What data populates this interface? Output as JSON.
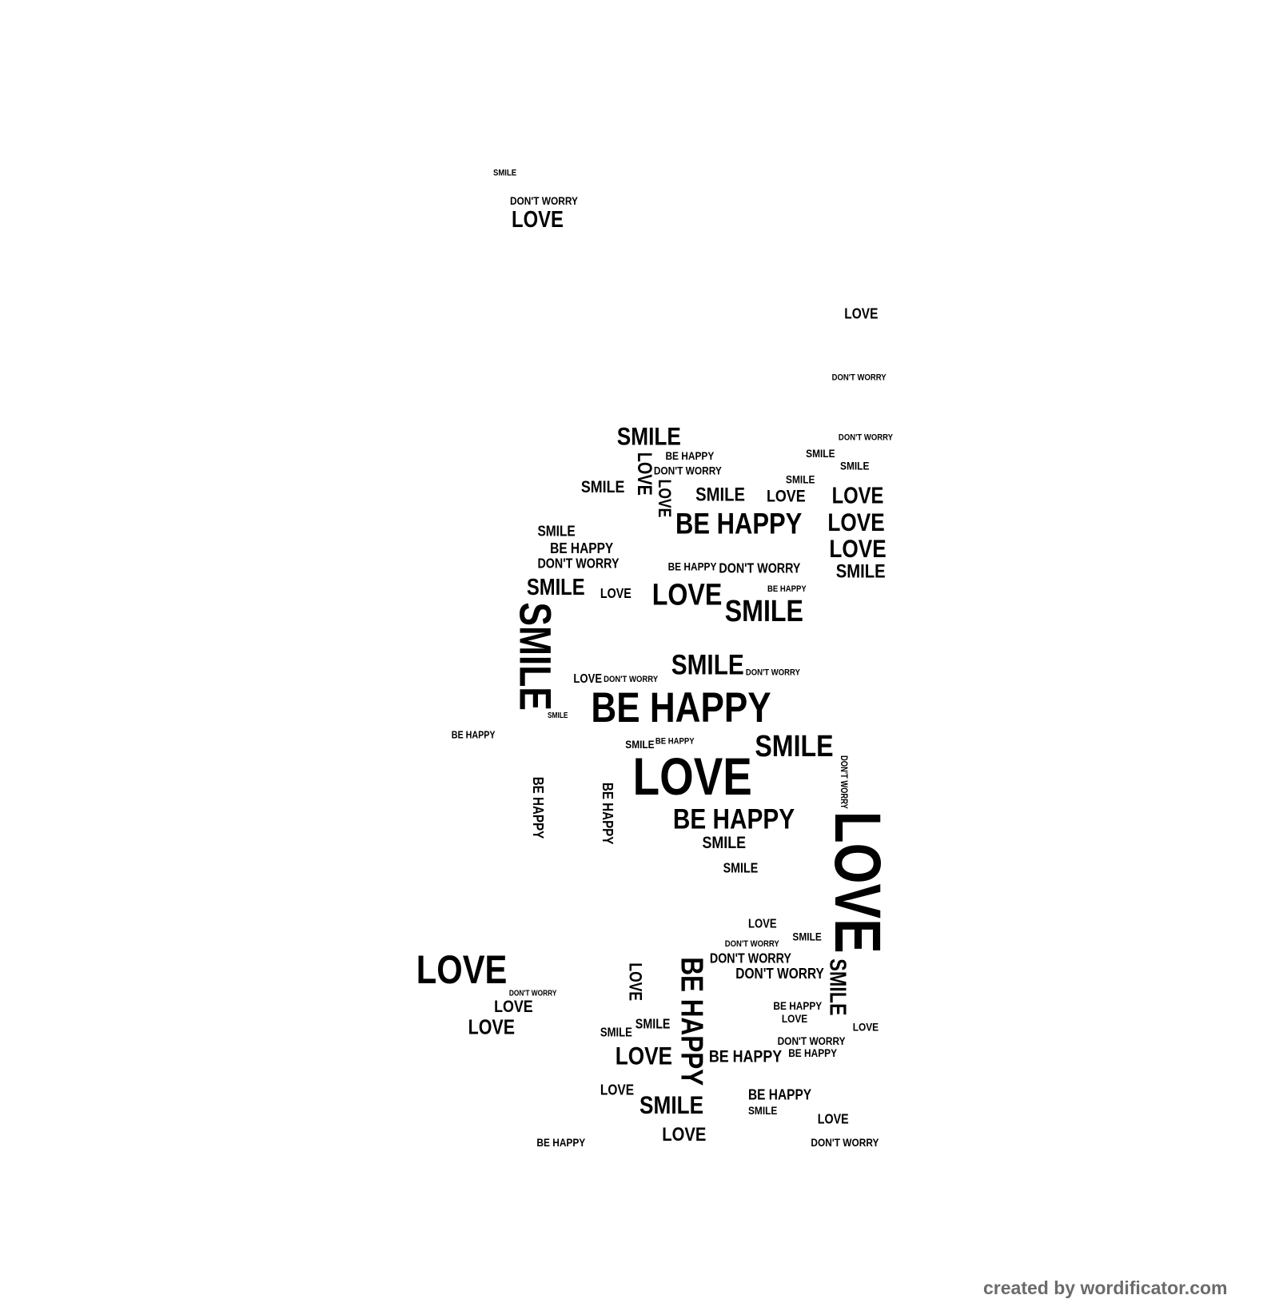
{
  "words": [
    "SMILE",
    "DON'T WORRY",
    "LOVE",
    "LOVE",
    "DON'T WORRY",
    "SMILE",
    "BE HAPPY",
    "DON'T WORRY",
    "SMILE",
    "BE HAPPY",
    "SMILE",
    "LOVE",
    "LOVE",
    "LOVE",
    "SMILE",
    "SMILE",
    "BE HAPPY",
    "DON'T WORRY",
    "SMILE",
    "LOVE",
    "SMILE",
    "DON'T WORRY",
    "BE HAPPY",
    "SMILE",
    "BE HAPPY",
    "SMILE",
    "LOVE",
    "BE HAPPY",
    "SMILE",
    "SMILE",
    "LOVE",
    "LOVE",
    "DON'T WORRY",
    "DON'T WORRY",
    "SMILE",
    "LOVE",
    "LOVE",
    "LOVE",
    "BE HAPPY",
    "BE HAPPY",
    "DON'T WORRY",
    "BE HAPPY",
    "DON'T WORRY",
    "LOVE",
    "SMILE",
    "LOVE",
    "BE HAPPY",
    "SMILE",
    "BE HAPPY",
    "BE HAPPY",
    "LOVE",
    "LOVE",
    "DON'T WORRY",
    "LOVE",
    "SMILE",
    "LOVE",
    "SMILE",
    "BE HAPPY",
    "DON'T WORRY",
    "SMILE",
    "LOVE",
    "SMILE",
    "DON'T WORRY",
    "BE HAPPY",
    "SMILE",
    "LOVE",
    "SMILE",
    "LOVE",
    "DON'T WORRY",
    "BE HAPPY",
    "SMILE",
    "LOVE",
    "DON'T WORRY",
    "BE HAPPY",
    "SMILE",
    "LOVE",
    "DON'T WORRY",
    "SMILE",
    "LOVE",
    "BE HAPPY"
  ],
  "footer": "created by wordificator.com"
}
